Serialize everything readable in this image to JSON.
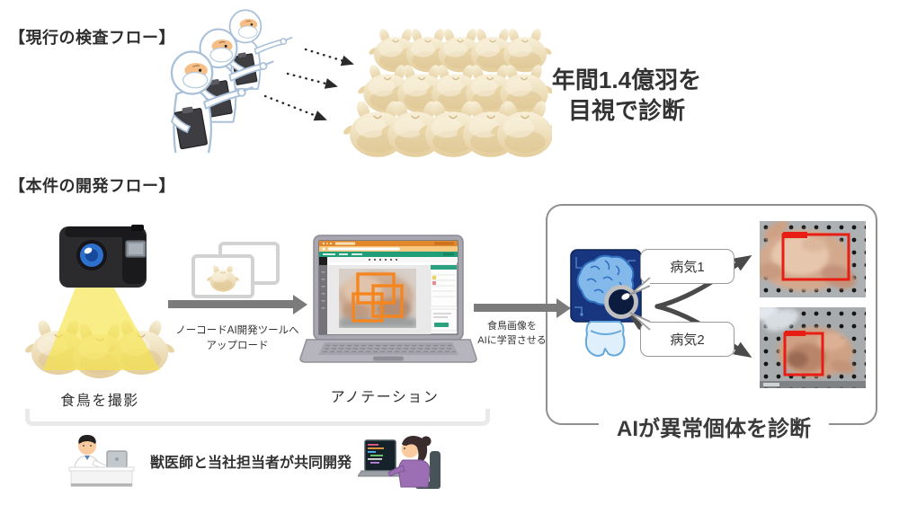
{
  "current_flow": {
    "title": "【現行の検査フロー】",
    "caption_line1": "年間1.4億羽を",
    "caption_line2": "目視で診断"
  },
  "dev_flow": {
    "title": "【本件の開発フロー】",
    "capture_label": "食鳥を撮影",
    "upload_caption_line1": "ノーコードAI開発ツールへ",
    "upload_caption_line2": "アップロード",
    "annotation_label": "アノテーション",
    "learn_caption_line1": "食鳥画像を",
    "learn_caption_line2": "AIに学習させる"
  },
  "ai_panel": {
    "disease1_label": "病気1",
    "disease2_label": "病気2",
    "result_caption": "AIが異常個体を診断"
  },
  "footer": {
    "collab_caption": "獣医師と当社担当者が共同開発"
  },
  "icons": {
    "inspectors": "inspectors-pointing-illustration",
    "poultry_grid": "poultry-grid-illustration",
    "camera": "action-camera-illustration",
    "photo_stack": "photo-stack-icon",
    "laptop": "laptop-annotation-illustration",
    "ai_brain": "ai-brain-magnifier-illustration",
    "detection_photos": "detection-photo-thumbnails",
    "veterinarian": "veterinarian-illustration",
    "engineer": "engineer-illustration"
  },
  "colors": {
    "text": "#333333",
    "flow_arrow": "#7b7b7b",
    "fork_arrow": "#4a4a4a",
    "annotation_orange": "#f5861f",
    "detection_red": "#e81d13",
    "chicken_cream": "#eedfb4",
    "cone_yellow": "#f4e44d",
    "ai_board_navy": "#18367f",
    "ai_brain_blue": "#82b8ea",
    "panel_border": "#8f8f8f",
    "bracket_gray": "#e9e9e9"
  }
}
